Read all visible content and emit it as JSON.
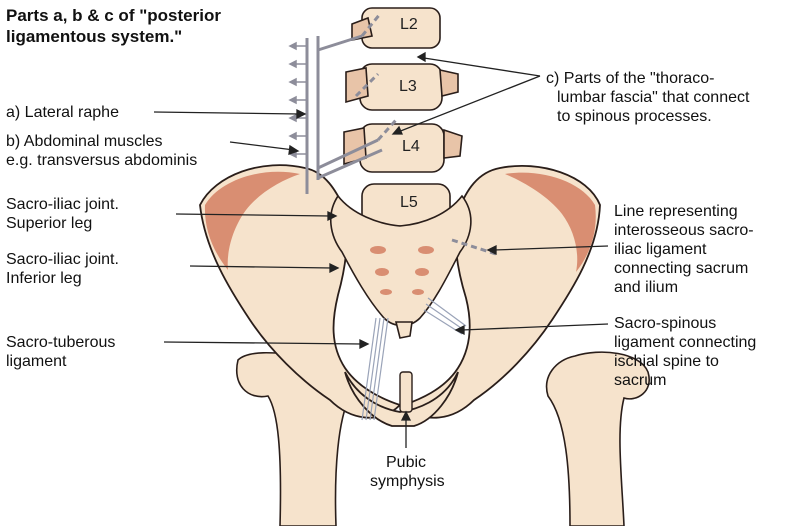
{
  "title": {
    "line1": "Parts a, b & c of \"posterior",
    "line2": "ligamentous system.\""
  },
  "labels": {
    "lateral_raphe": "a) Lateral raphe",
    "abdominal_1": "b) Abdominal muscles",
    "abdominal_2": "e.g. transversus abdominis",
    "si_superior_1": "Sacro-iliac joint.",
    "si_superior_2": "Superior leg",
    "si_inferior_1": "Sacro-iliac joint.",
    "si_inferior_2": "Inferior leg",
    "sacro_tuberous_1": "Sacro-tuberous",
    "sacro_tuberous_2": "ligament",
    "thoraco_1": "c) Parts of the \"thoraco-",
    "thoraco_2": "lumbar fascia\" that connect",
    "thoraco_3": "to spinous processes.",
    "interosseous_1": "Line representing",
    "interosseous_2": "interosseous sacro-",
    "interosseous_3": "iliac ligament",
    "interosseous_4": "connecting sacrum",
    "interosseous_5": "and ilium",
    "sacro_spinous_1": "Sacro-spinous",
    "sacro_spinous_2": "ligament connecting",
    "sacro_spinous_3": "ischial spine to",
    "sacro_spinous_4": "sacrum",
    "pubic_1": "Pubic",
    "pubic_2": "symphysis"
  },
  "vertebrae": {
    "l2": "L2",
    "l3": "L3",
    "l4": "L4",
    "l5": "L5"
  },
  "colors": {
    "bone": "#f6e3cc",
    "bone_shade": "#d98e72",
    "outline": "#2a1e1a",
    "fascia": "#8d8d9a"
  }
}
